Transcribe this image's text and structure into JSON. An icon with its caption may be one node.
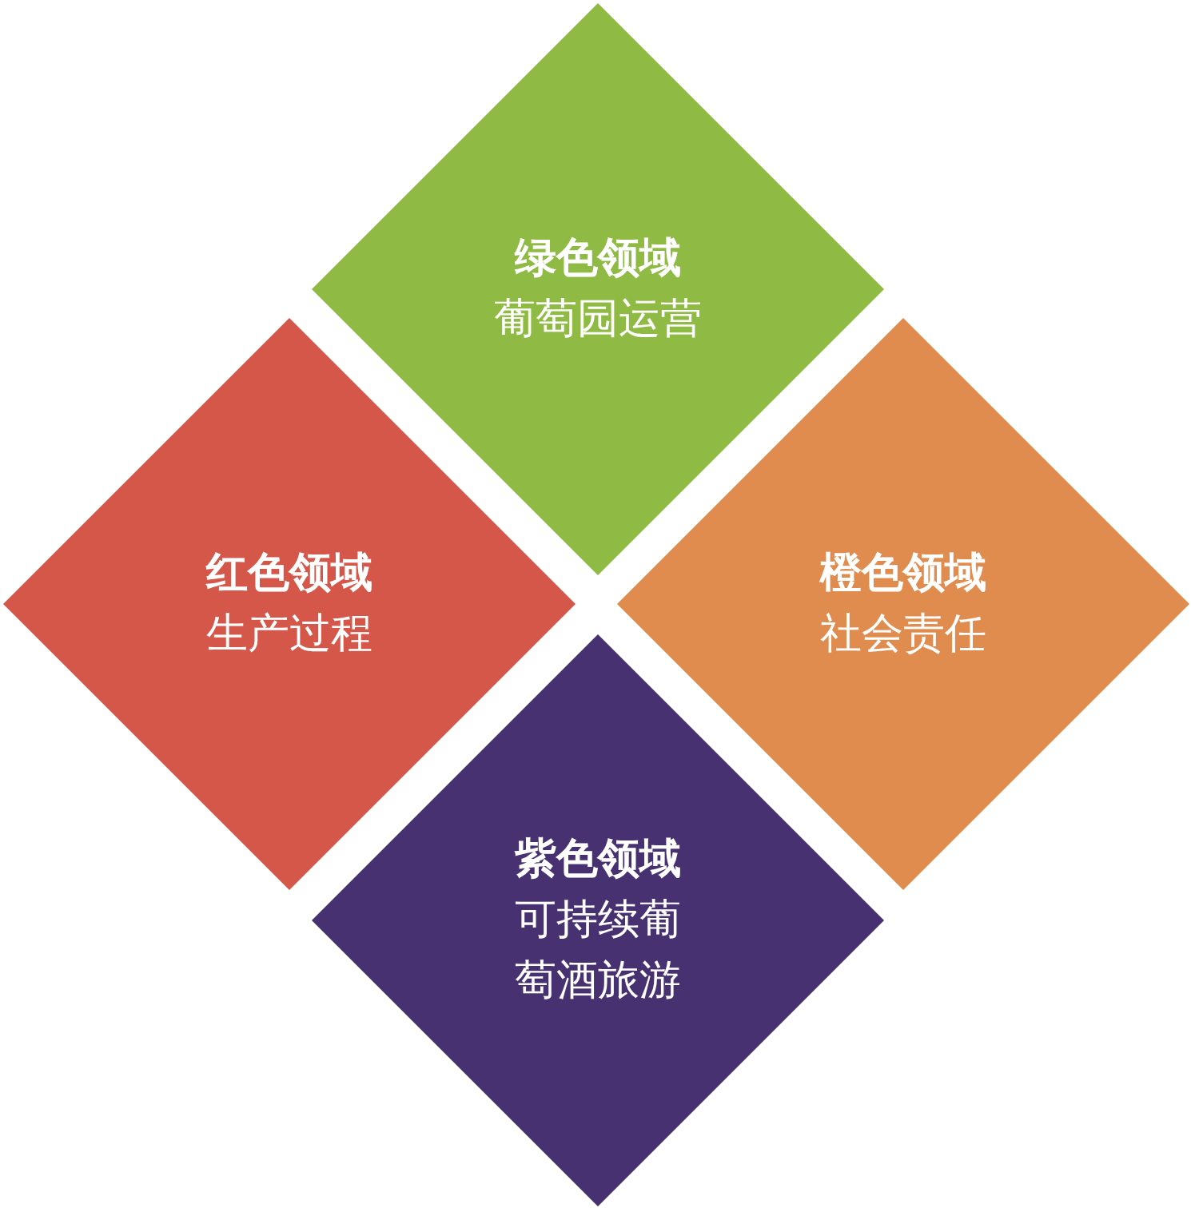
{
  "diagram": {
    "nodes": [
      {
        "text": [
          "绿色领域",
          "葡萄园运营"
        ]
      },
      {
        "text": [
          "红色领域",
          "生产过程"
        ]
      },
      {
        "text": [
          "橙色领域",
          "社会责任"
        ]
      },
      {
        "text": [
          "紫色领域",
          "可持续葡萄酒旅游"
        ]
      }
    ]
  }
}
